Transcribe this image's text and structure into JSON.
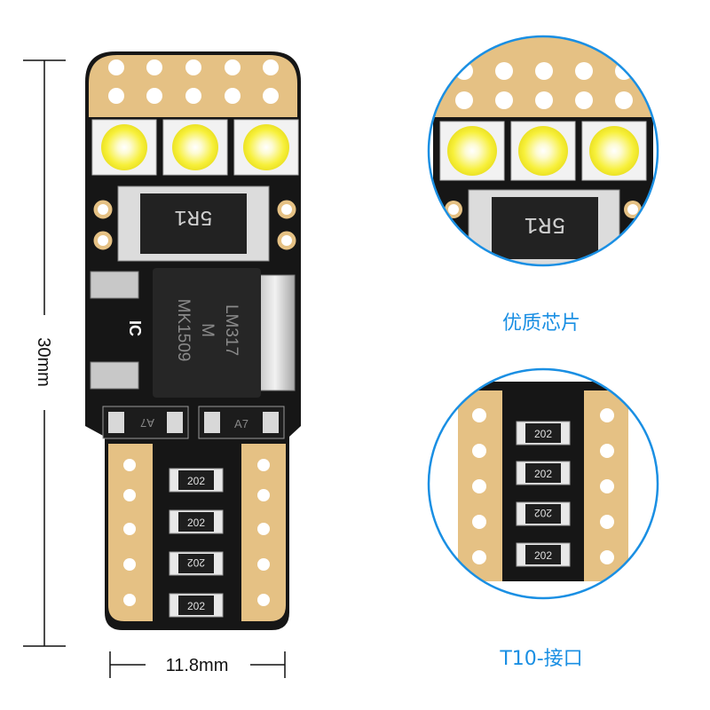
{
  "dimensions": {
    "height_label": "30mm",
    "width_label": "11.8mm"
  },
  "components": {
    "resistor_label": "5R1",
    "ic_line1": "LM317",
    "ic_line2": "M",
    "ic_line3": "MK1509",
    "ic_logo": "IC",
    "diode_label": "A7",
    "smd_label": "202"
  },
  "captions": {
    "chip": "优质芯片",
    "interface": "T10-接口"
  },
  "colors": {
    "accent": "#1a8fe3",
    "pcb_copper": "#e5c184",
    "pcb_black": "#141414",
    "led_yellow": "#f7f03a"
  }
}
